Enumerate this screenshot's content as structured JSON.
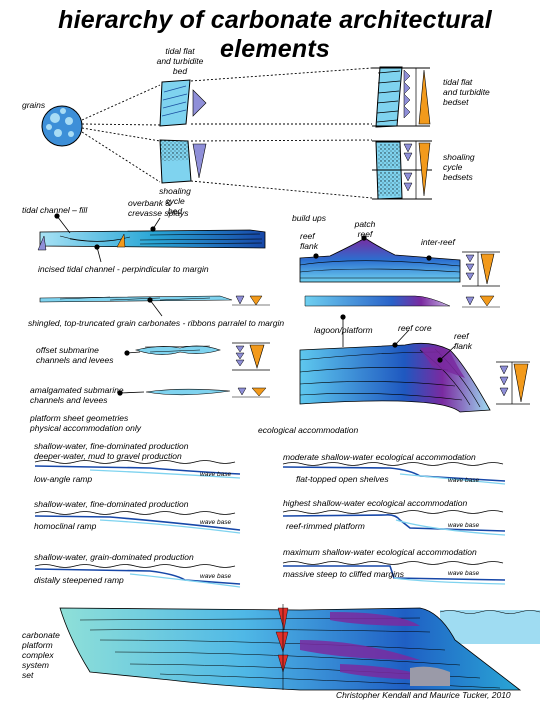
{
  "title": "hierarchy of carbonate architectural elements",
  "colors": {
    "light_blue": "#7fd3ef",
    "mid_blue": "#2aa7d6",
    "dark_blue": "#1747a8",
    "purple": "#7a2aa0",
    "lavender": "#8f8fd8",
    "orange": "#f29a1c",
    "red": "#e0302a"
  },
  "labels": {
    "grains": "grains",
    "tidal_flat_bed": [
      "tidal flat",
      "and turbidite",
      "bed"
    ],
    "shoaling_bed": [
      "shoaling",
      "cycle",
      "bed"
    ],
    "tidal_flat_bedset": [
      "tidal flat",
      "and turbidite",
      "bedset"
    ],
    "shoaling_bedsets": [
      "shoaling",
      "cycle",
      "bedsets"
    ],
    "tidal_channel_fill": "tidal channel – fill",
    "overbank": [
      "overbank &",
      "crevasse splays"
    ],
    "incised_channel": "incised tidal channel - perpindicular to margin",
    "build_ups": "build ups",
    "patch_reef": [
      "patch",
      "reef"
    ],
    "reef_flank_upper": [
      "reef",
      "flank"
    ],
    "inter_reef": "inter-reef",
    "shingled": "shingled, top-truncated grain carbonates - ribbons parralel to margin",
    "lagoon_platform": "lagoon/platform",
    "reef_core": "reef core",
    "reef_flank_lower": [
      "reef",
      "flank"
    ],
    "offset_submarine": [
      "offset submarine",
      "channels and levees"
    ],
    "amalgamated_submarine": [
      "amalgamated submarine",
      "channels and levees"
    ],
    "platform_sheet": [
      "platform sheet geometries",
      "physical  accommodation only"
    ],
    "ecological_accommodation": "ecological accommodation",
    "ramp1_desc": [
      "shallow-water, fine-dominated production",
      "deeper-water, mud to gravel production"
    ],
    "ramp1_name": "low-angle ramp",
    "ramp2_desc": "shallow-water, fine-dominated production",
    "ramp2_name": "homoclinal ramp",
    "ramp3_desc": "shallow-water, grain-dominated production",
    "ramp3_name": "distally steepened ramp",
    "eco1_desc": "moderate shallow-water ecological  accommodation",
    "eco1_name": "flat-topped open shelves",
    "eco2_desc": "highest shallow-water ecological  accommodation",
    "eco2_name": "reef-rimmed platform",
    "eco3_desc": "maximum shallow-water ecological  accommodation",
    "eco3_name": "massive steep to cliffed margins",
    "wave_base": "wave base",
    "complex": [
      "carbonate",
      "platform",
      "complex",
      "system",
      "set"
    ],
    "credit": "Christopher Kendall and Maurice Tucker, 2010"
  }
}
